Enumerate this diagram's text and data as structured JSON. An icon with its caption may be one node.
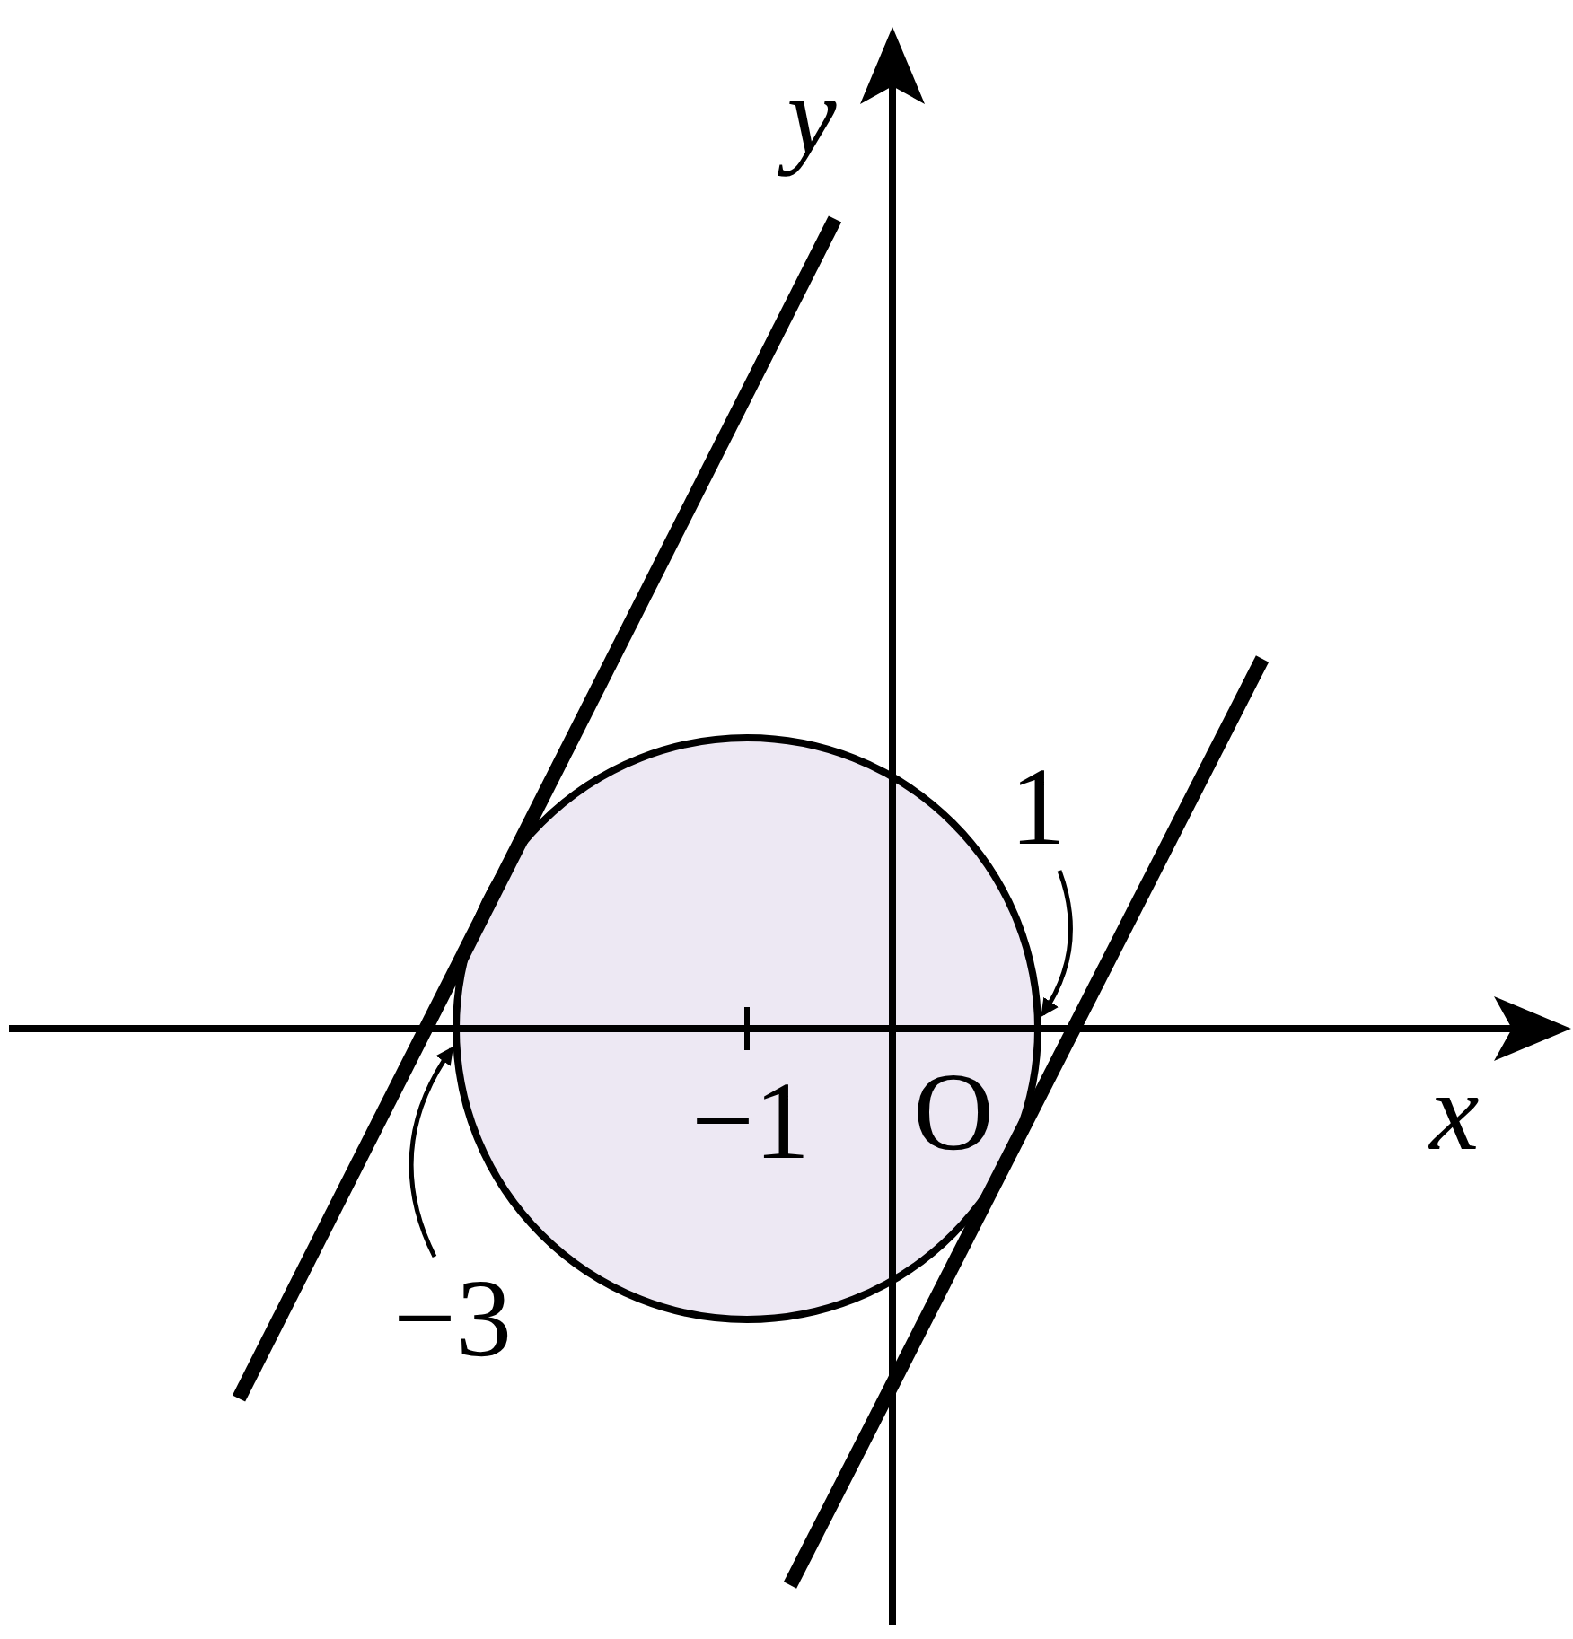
{
  "diagram": {
    "nodes": [
      {
        "text": [],
        "shape": "circle"
      },
      {
        "text": [
          "1"
        ]
      },
      {
        "text": [
          "−3"
        ]
      }
    ],
    "edges": [
      {
        "from": 1,
        "to": 0,
        "arrow": "to"
      },
      {
        "from": 2,
        "to": 0,
        "arrow": "to"
      }
    ],
    "labels": [
      "y",
      "−1",
      "O",
      "x"
    ]
  }
}
